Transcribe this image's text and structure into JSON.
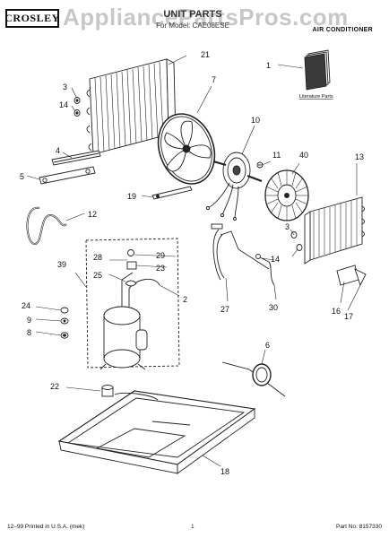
{
  "header": {
    "brand": "CROSLEY",
    "title": "UNIT PARTS",
    "model": "For Model: CAE08ESE",
    "watermark": "AppliancePartsPros.com",
    "product": "AIR CONDITIONER"
  },
  "diagram": {
    "literature_label": "Literature Parts",
    "callouts": [
      "1",
      "2",
      "3",
      "3",
      "4",
      "5",
      "6",
      "7",
      "8",
      "9",
      "10",
      "11",
      "12",
      "13",
      "14",
      "14",
      "16",
      "17",
      "18",
      "19",
      "21",
      "22",
      "23",
      "24",
      "25",
      "27",
      "28",
      "29",
      "30",
      "39",
      "40"
    ]
  },
  "footer": {
    "left": "12–99 Printed in U.S.A. (mek)",
    "center": "1",
    "right": "Part No. 8157330"
  }
}
